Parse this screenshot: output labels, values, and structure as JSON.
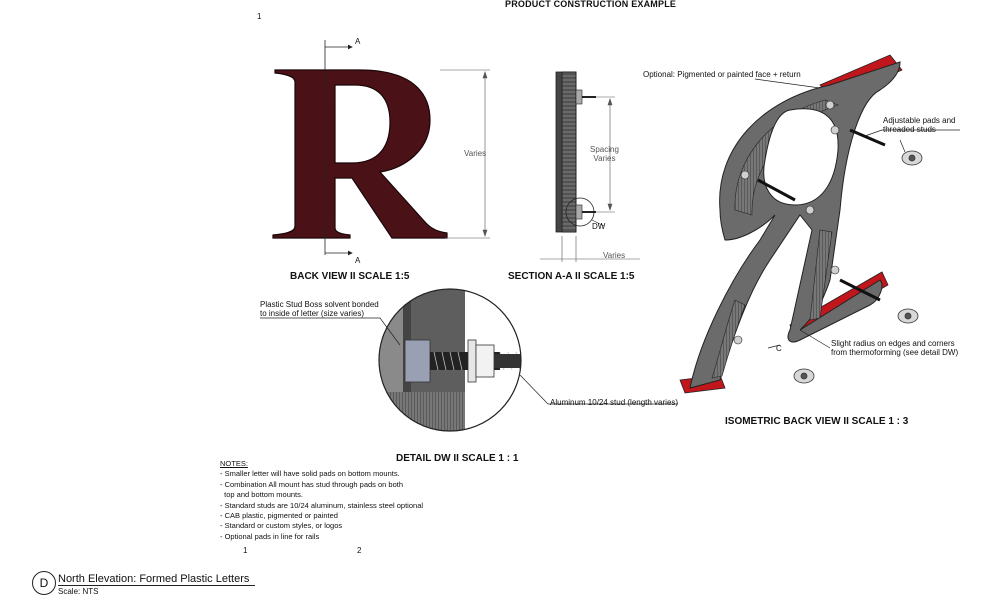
{
  "header": {
    "title": "PRODUCT CONSTRUCTION EXAMPLE"
  },
  "page_marks": {
    "top_1": "1",
    "bottom_1": "1",
    "bottom_2": "2"
  },
  "back_view": {
    "letter": "R",
    "section_mark": "A",
    "dimension": "Varies",
    "caption": "BACK VIEW II SCALE 1:5"
  },
  "section_view": {
    "spacing_label": "Spacing\nVaries",
    "depth_label": "Varies",
    "detail_callout": "DW",
    "caption": "SECTION A-A II SCALE 1:5"
  },
  "detail_view": {
    "stud_boss_note": "Plastic Stud Boss solvent bonded\nto inside of letter (size varies)",
    "stud_note": "Aluminum 10/24 stud (length varies)",
    "caption": "DETAIL DW II SCALE 1 : 1"
  },
  "isometric_view": {
    "letter": "R",
    "face_note": "Optional: Pigmented or painted face + return",
    "pads_note": "Adjustable pads and\nthreaded studs",
    "radius_note": "Slight radius on edges and corners\nfrom thermoforming (see detail DW)",
    "section_mark": "C",
    "caption": "ISOMETRIC BACK VIEW II SCALE 1 : 3"
  },
  "notes": {
    "heading": "NOTES:",
    "items": [
      "- Smaller letter will have solid pads on bottom mounts.",
      "- Combination All mount has stud through pads on both",
      "  top and bottom mounts.",
      "- Standard studs are 10/24 aluminum, stainless steel optional",
      "- CAB plastic, pigmented or painted",
      "- Standard or custom styles, or logos",
      "- Optional pads in line for rails"
    ]
  },
  "title_block": {
    "view_letter": "D",
    "title": "North Elevation: Formed Plastic Letters",
    "scale": "Scale: NTS"
  },
  "colors": {
    "letter_face": "#4a1216",
    "letter_return": "#c0161c",
    "metal": "#5a5a5a",
    "line": "#222222"
  }
}
